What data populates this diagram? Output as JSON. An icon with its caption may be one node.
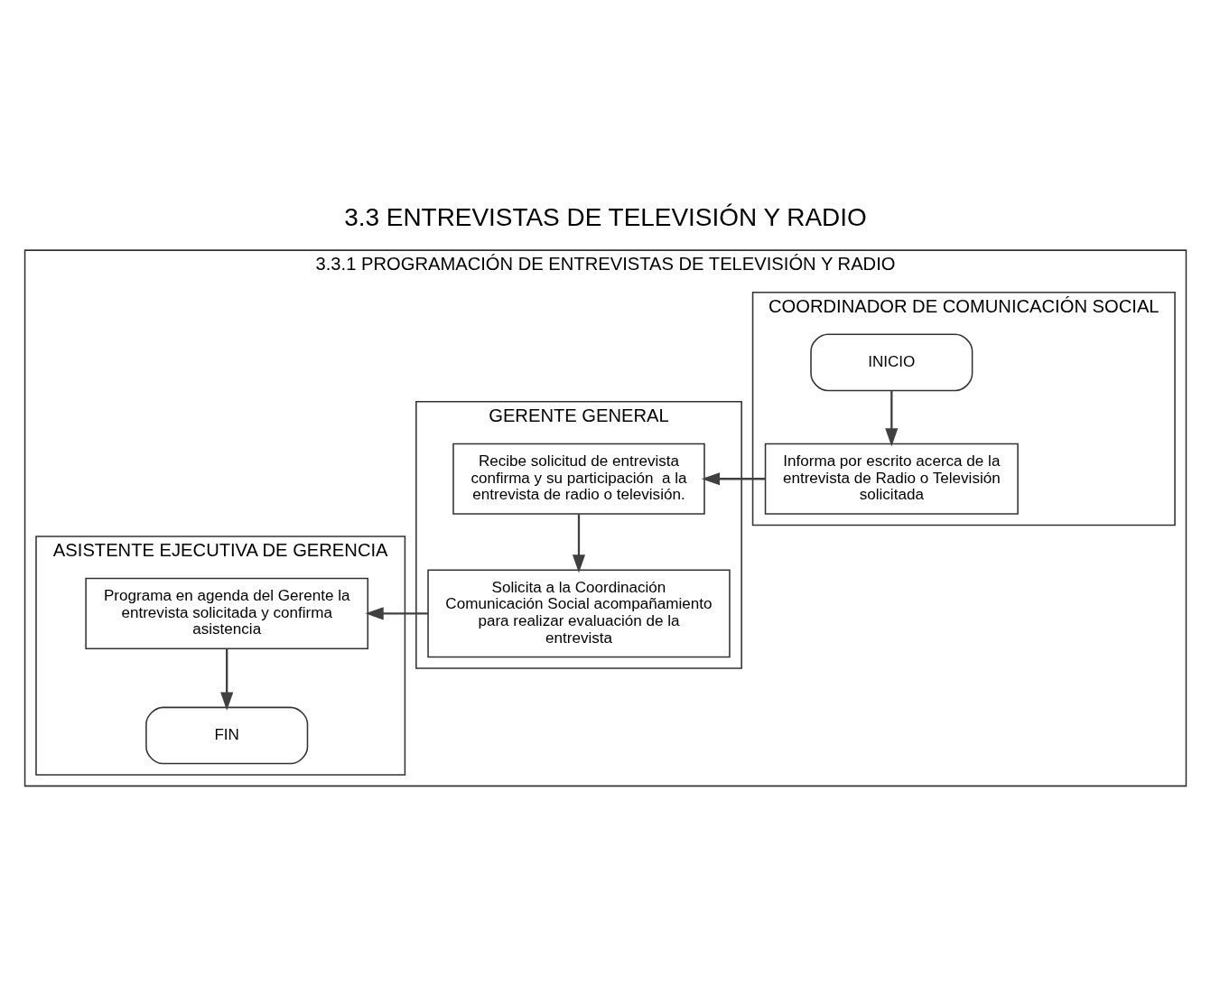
{
  "diagram": {
    "title": "3.3 ENTREVISTAS DE TELEVISIÓN Y RADIO",
    "nodes": [
      {
        "text": [
          "3.3.1 PROGRAMACIÓN DE ENTREVISTAS DE TELEVISIÓN Y RADIO"
        ]
      },
      {
        "text": [
          "COORDINADOR DE COMUNICACIÓN SOCIAL"
        ],
        "in": 0
      },
      {
        "text": [
          "GERENTE GENERAL"
        ],
        "in": 0
      },
      {
        "text": [
          "ASISTENTE EJECUTIVA DE GERENCIA"
        ],
        "in": 0
      },
      {
        "text": [
          "INICIO"
        ],
        "in": 1
      },
      {
        "text": [
          "Informa por escrito acerca de la entrevista de Radio o Televisión solicitada"
        ],
        "in": 1
      },
      {
        "text": [
          "Recibe solicitud de entrevista confirma y su participación  a la entrevista de radio o televisión."
        ],
        "in": 2
      },
      {
        "text": [
          "Solicita a la Coordinación Comunicación Social acompañamiento para realizar evaluación de la entrevista"
        ],
        "in": 2
      },
      {
        "text": [
          "Programa en agenda del Gerente la entrevista solicitada y confirma asistencia"
        ],
        "in": 3
      },
      {
        "text": [
          "FIN"
        ],
        "in": 3
      }
    ],
    "edges": [
      {
        "from": 4,
        "to": 5,
        "arrow": "to"
      },
      {
        "from": 5,
        "to": 6,
        "arrow": "to"
      },
      {
        "from": 6,
        "to": 7,
        "arrow": "to"
      },
      {
        "from": 7,
        "to": 8,
        "arrow": "to"
      },
      {
        "from": 8,
        "to": 9,
        "arrow": "to"
      }
    ]
  }
}
